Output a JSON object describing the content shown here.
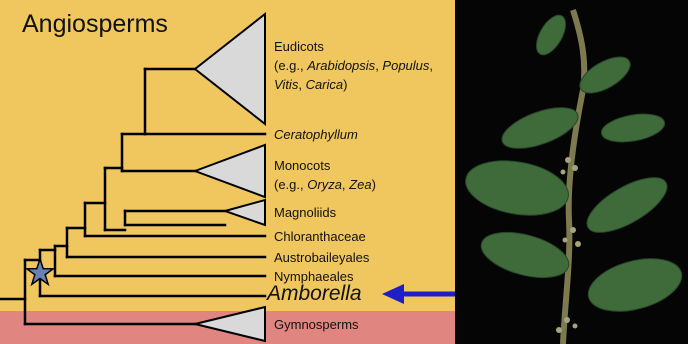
{
  "title": "Angiosperms",
  "colors": {
    "angiosperm_bg": "#f0c75f",
    "gymnosperm_bg": "#e08580",
    "clade_triangle": "#d9d9d9",
    "star": "#6a7fb3",
    "arrow": "#1f1fc7",
    "photo_bg": "#050505"
  },
  "taxa": {
    "eudicots": {
      "name": "Eudicots",
      "eg": "(e.g., ",
      "ex1": "Arabidopsis",
      "ex2": "Populus",
      "ex3": "Vitis",
      "ex4": "Carica",
      "sep": ", ",
      "close": ")"
    },
    "ceratophyllum": "Ceratophyllum",
    "monocots": {
      "name": "Monocots",
      "eg": "(e.g., ",
      "ex1": "Oryza",
      "ex2": "Zea",
      "sep": ", ",
      "close": ")"
    },
    "magnoliids": "Magnoliids",
    "chloranthaceae": "Chloranthaceae",
    "austrobaileyales": "Austrobaileyales",
    "nymphaeales": "Nymphaeales",
    "amborella": "Amborella",
    "gymnosperms": "Gymnosperms"
  },
  "photo": {
    "subject": "Amborella trichopoda branch with leaves and flowers"
  }
}
